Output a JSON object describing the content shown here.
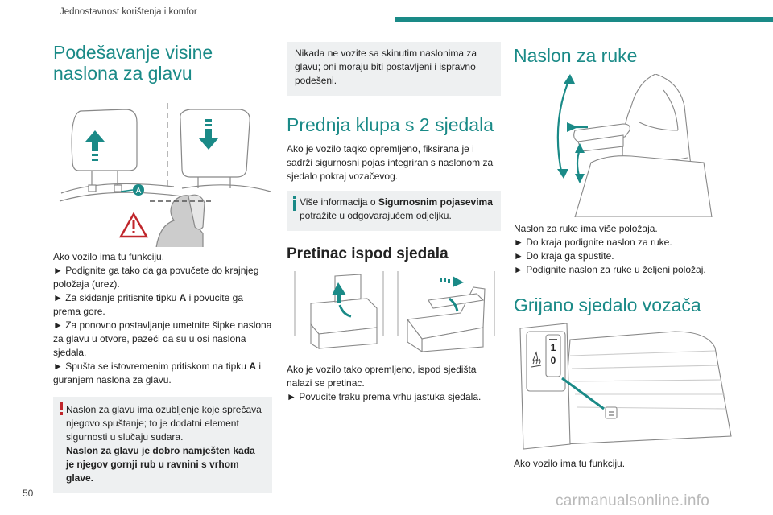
{
  "header": {
    "section": "Jednostavnost korištenja i komfor",
    "accent_color": "#1a8a87"
  },
  "page_number": "50",
  "watermark": "carmanualsonline.info",
  "col1": {
    "title": "Podešavanje visine naslona za glavu",
    "fig_label": "A",
    "intro": "Ako vozilo ima tu funkciju.",
    "steps": [
      "► Podignite ga tako da ga povučete do krajnjeg položaja (urez).",
      "► Za skidanje pritisnite tipku ",
      "► Za ponovno postavljanje umetnite šipke naslona za glavu u otvore, pazeći da su u osi naslona sjedala.",
      "► Spušta se istovremenim pritiskom na tipku "
    ],
    "step2_key": "A",
    "step2_rest": " i povucite ga prema gore.",
    "step4_key": "A",
    "step4_rest": " i guranjem naslona za glavu.",
    "warning_text": "Naslon za glavu ima ozubljenje koje sprečava njegovo spuštanje; to je dodatni element sigurnosti u slučaju sudara.",
    "warning_bold": "Naslon za glavu je dobro namješten kada je njegov gornji rub u ravnini s vrhom glave."
  },
  "col2": {
    "top_note": "Nikada ne vozite sa skinutim naslonima za glavu; oni moraju biti postavljeni i ispravno podešeni.",
    "title_bench": "Prednja klupa s 2 sjedala",
    "bench_text": "Ako je vozilo taqko opremljeno, fiksirana je i sadrži sigurnosni pojas integriran s naslonom za sjedalo pokraj vozačevog.",
    "info_pre": "Više informacija o ",
    "info_bold": "Sigurnosnim pojasevima",
    "info_post": " potražite u odgovarajućem odjeljku.",
    "title_storage": "Pretinac ispod sjedala",
    "storage_text1": "Ako je vozilo tako opremljeno, ispod sjedišta nalazi se pretinac.",
    "storage_text2": "► Povucite traku prema vrhu jastuka sjedala."
  },
  "col3": {
    "title_armrest": "Naslon za ruke",
    "armrest_intro": "Naslon za ruke ima više položaja.",
    "armrest_steps": [
      "► Do kraja podignite naslon za ruke.",
      "► Do kraja ga spustite.",
      "► Podignite naslon za ruke u željeni položaj."
    ],
    "title_heated": "Grijano sjedalo vozača",
    "switch_label_1": "1",
    "switch_label_0": "0",
    "heated_text": "Ako vozilo ima tu funkciju."
  }
}
